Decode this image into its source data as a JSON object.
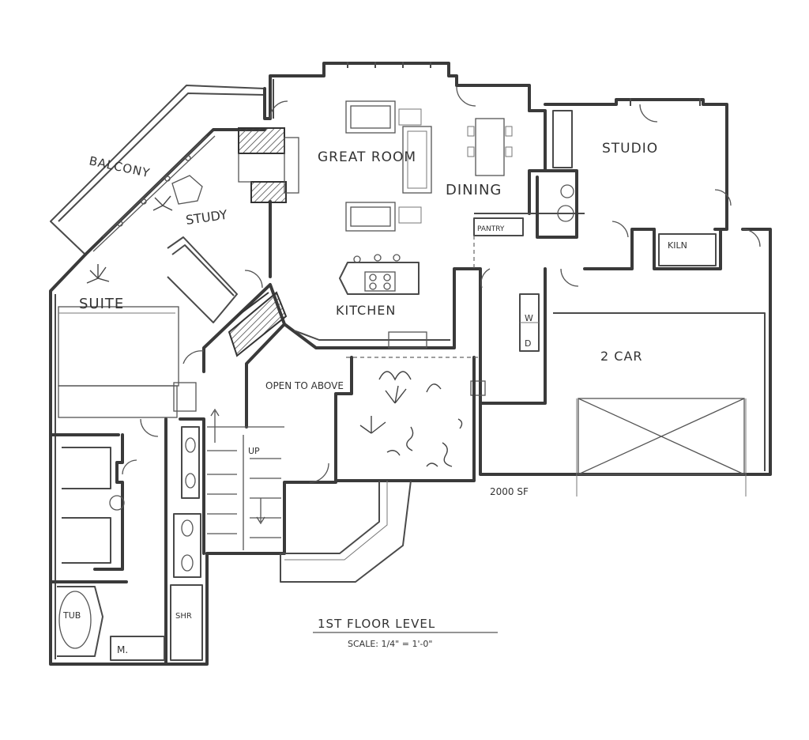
{
  "plan": {
    "rooms": {
      "balcony": "BALCONY",
      "study": "STUDY",
      "great_room": "GREAT ROOM",
      "dining": "DINING",
      "studio": "STUDIO",
      "kiln": "KILN",
      "pantry": "PANTRY",
      "kitchen": "KITCHEN",
      "suite": "SUITE",
      "open_to_above": "OPEN TO ABOVE",
      "garage": "2 CAR",
      "tub": "TUB",
      "shower": "SHR",
      "mechanical": "M.",
      "washer": "W",
      "dryer": "D",
      "stair_up": "UP"
    },
    "area_note": "2000 SF",
    "title": "1ST FLOOR LEVEL",
    "scale_note": "SCALE: 1/4\" = 1'-0\""
  }
}
